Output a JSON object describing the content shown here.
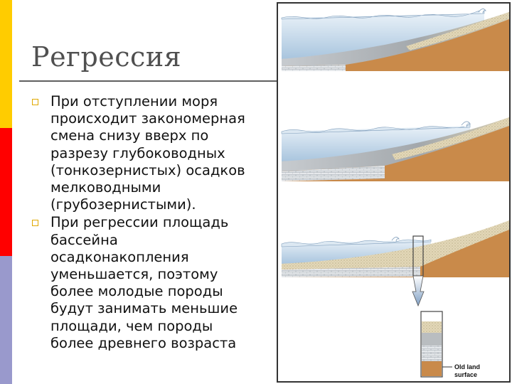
{
  "slide": {
    "title": "Регрессия",
    "bullets": [
      "При отступлении моря\nпроисходит закономерная\nсмена снизу вверх по\nразрезу глубоководных\n(тонкозернистых) осадков\nмелководными\n(грубозернистыми).",
      "При регрессии площадь\nбассейна\nосадконакопления\nуменьшается, поэтому\nболее молодые породы\nбудут занимать меньшие\nплощади, чем породы\nболее древнего возраста"
    ]
  },
  "figure": {
    "annotation_line1": "Old land",
    "annotation_line2": "surface"
  },
  "colors": {
    "accent_yellow": "#ffcc00",
    "accent_red": "#ff0000",
    "accent_purple": "#9999cc",
    "water": "#bcd3e6",
    "land": "#c98a4a",
    "sand": "#e3d8b8",
    "silt": "#b0b4b6"
  }
}
